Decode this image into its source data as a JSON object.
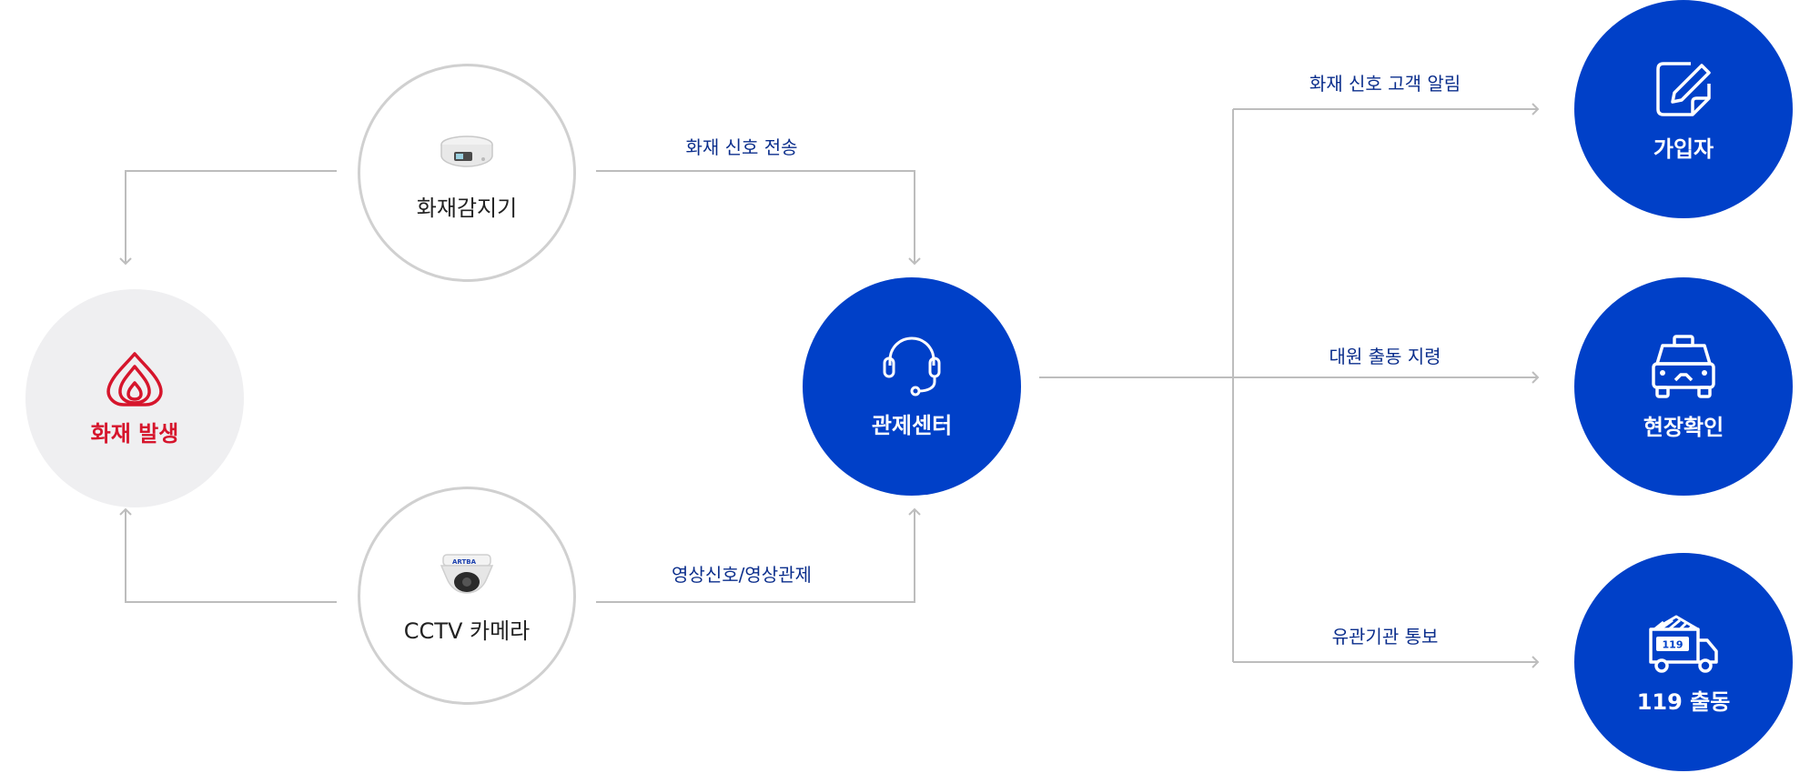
{
  "nodes": {
    "fire": {
      "label": "화재 발생",
      "color": "#d6152c"
    },
    "detector": {
      "label": "화재감지기"
    },
    "cctv": {
      "label": "CCTV 카메라",
      "brand": "ARTBA"
    },
    "center": {
      "label": "관제센터"
    },
    "subscriber": {
      "label": "가입자"
    },
    "site": {
      "label": "현장확인"
    },
    "dispatch": {
      "label": "119 출동",
      "truck_number": "119"
    }
  },
  "edges": {
    "fire_signal": "화재 신호 전송",
    "video": "영상신호/영상관제",
    "notify": "화재 신호 고객 알림",
    "order": "대원 출동 지령",
    "report": "유관기관 통보"
  },
  "colors": {
    "accent": "#0040c8",
    "alert": "#d6152c",
    "line": "#bdbdbd"
  }
}
